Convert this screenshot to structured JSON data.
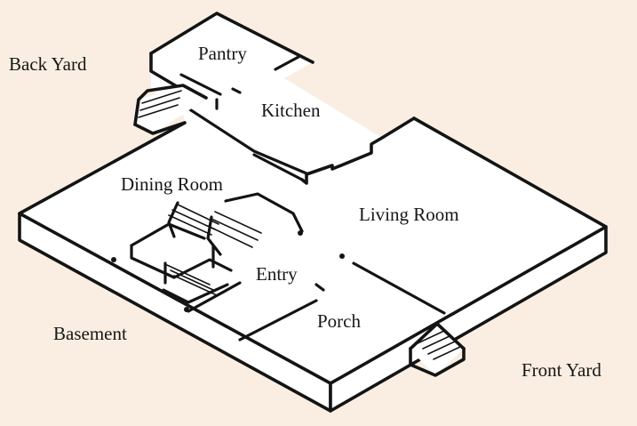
{
  "diagram": {
    "type": "isometric-floor-plan",
    "labels": {
      "pantry": "Pantry",
      "kitchen": "Kitchen",
      "dining_room": "Dining Room",
      "living_room": "Living Room",
      "entry": "Entry",
      "porch": "Porch",
      "back_yard": "Back Yard",
      "basement": "Basement",
      "front_yard": "Front Yard"
    },
    "colors": {
      "background": "#f9eee1",
      "floor": "#ffffff",
      "ink": "#141414"
    }
  }
}
